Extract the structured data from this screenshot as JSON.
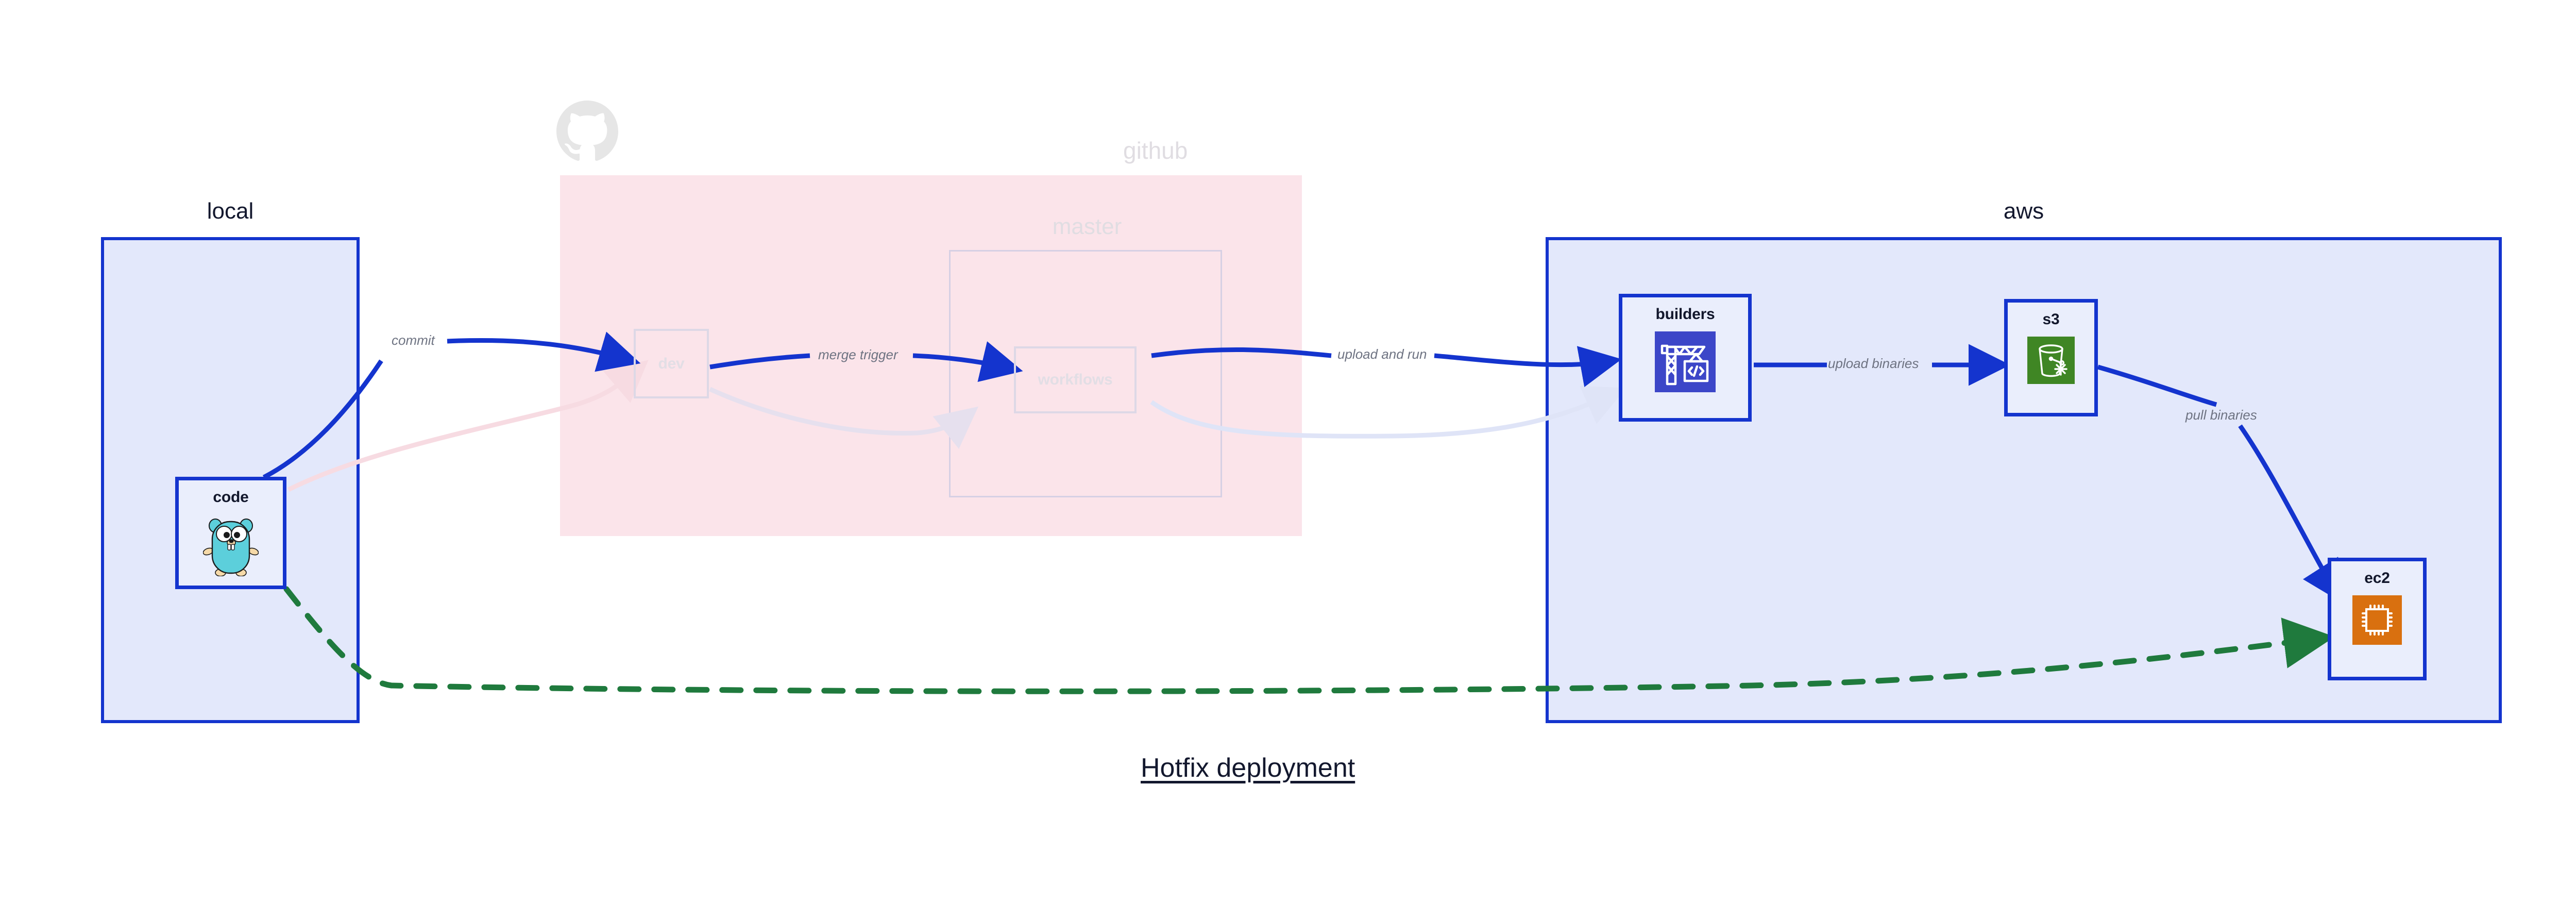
{
  "diagram": {
    "title": "Hotfix deployment",
    "colors": {
      "cluster_border_blue": "#1434ce",
      "cluster_fill_blue": "#e3e8fb",
      "cluster_fill_pink": "#fbe4ea",
      "node_fill": "#eaeefc",
      "edge_blue": "#1434ce",
      "edge_green": "#1f7a3d",
      "faded_border": "#ddd8e6",
      "label_gray": "#6e7382",
      "builders_icon_bg": "#3c46c8",
      "s3_icon_bg": "#3f8624",
      "ec2_icon_bg": "#d9700f"
    },
    "clusters": [
      {
        "id": "local",
        "label": "local",
        "state": "active"
      },
      {
        "id": "github",
        "label": "github",
        "state": "faded"
      },
      {
        "id": "master",
        "label": "master",
        "state": "faded"
      },
      {
        "id": "aws",
        "label": "aws",
        "state": "active"
      }
    ],
    "nodes": [
      {
        "id": "code",
        "label": "code",
        "icon": "go-gopher-icon",
        "cluster": "local",
        "state": "active"
      },
      {
        "id": "dev",
        "label": "dev",
        "icon": "none",
        "cluster": "github",
        "state": "faded"
      },
      {
        "id": "workflows",
        "label": "workflows",
        "icon": "none",
        "cluster": "master",
        "state": "faded"
      },
      {
        "id": "builders",
        "label": "builders",
        "icon": "aws-codebuild-icon",
        "cluster": "aws",
        "state": "active"
      },
      {
        "id": "s3",
        "label": "s3",
        "icon": "aws-s3-glacier-icon",
        "cluster": "aws",
        "state": "active"
      },
      {
        "id": "ec2",
        "label": "ec2",
        "icon": "aws-ec2-icon",
        "cluster": "aws",
        "state": "active"
      }
    ],
    "edges": [
      {
        "id": "commit",
        "from": "code",
        "to": "dev",
        "label": "commit",
        "style": "solid",
        "color": "#1434ce"
      },
      {
        "id": "merge-trigger",
        "from": "dev",
        "to": "workflows",
        "label": "merge trigger",
        "style": "solid",
        "color": "#1434ce"
      },
      {
        "id": "upload-and-run",
        "from": "workflows",
        "to": "builders",
        "label": "upload and run",
        "style": "solid",
        "color": "#1434ce"
      },
      {
        "id": "upload-binaries",
        "from": "builders",
        "to": "s3",
        "label": "upload binaries",
        "style": "solid",
        "color": "#1434ce"
      },
      {
        "id": "pull-binaries",
        "from": "s3",
        "to": "ec2",
        "label": "pull binaries",
        "style": "solid",
        "color": "#1434ce"
      },
      {
        "id": "hotfix-direct",
        "from": "code",
        "to": "ec2",
        "label": "",
        "style": "dashed",
        "color": "#1f7a3d"
      }
    ],
    "background_edges": [
      {
        "id": "bg-code-dev",
        "from": "code",
        "to": "dev",
        "color": "#f7dbe2"
      },
      {
        "id": "bg-dev-workflows",
        "from": "dev",
        "to": "workflows",
        "color": "#e6e0ee"
      },
      {
        "id": "bg-workflows-builders",
        "from": "workflows",
        "to": "builders",
        "color": "#dfe4f7"
      }
    ],
    "github_logo": "github-mark-icon"
  }
}
